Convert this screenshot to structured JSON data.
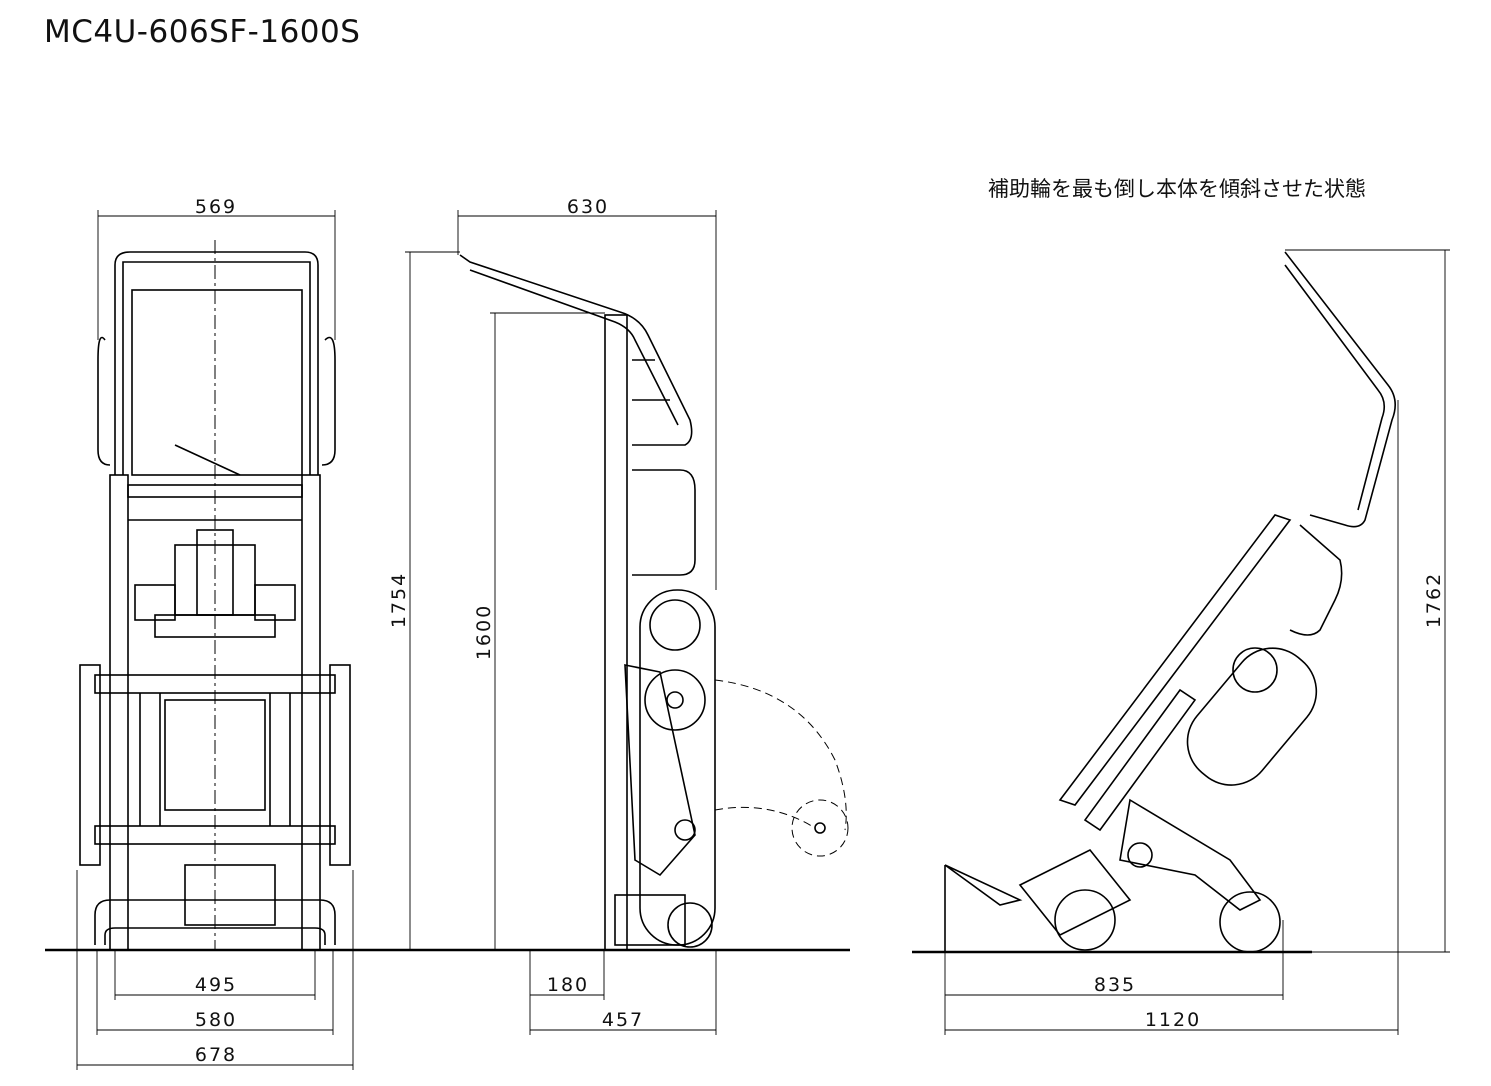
{
  "title": "MC4U-606SF-1600S",
  "caption": "補助輪を最も倒し本体を傾斜させた状態",
  "dimensions": {
    "front": {
      "overall_width": "569",
      "inner_width": "495",
      "base_width": "580",
      "track_width": "678"
    },
    "side": {
      "depth_top": "630",
      "height_overall": "1754",
      "height_body": "1600",
      "toe": "180",
      "base_depth": "457"
    },
    "tilted": {
      "height": "1762",
      "wheel_span": "835",
      "overall_length": "1120"
    }
  }
}
